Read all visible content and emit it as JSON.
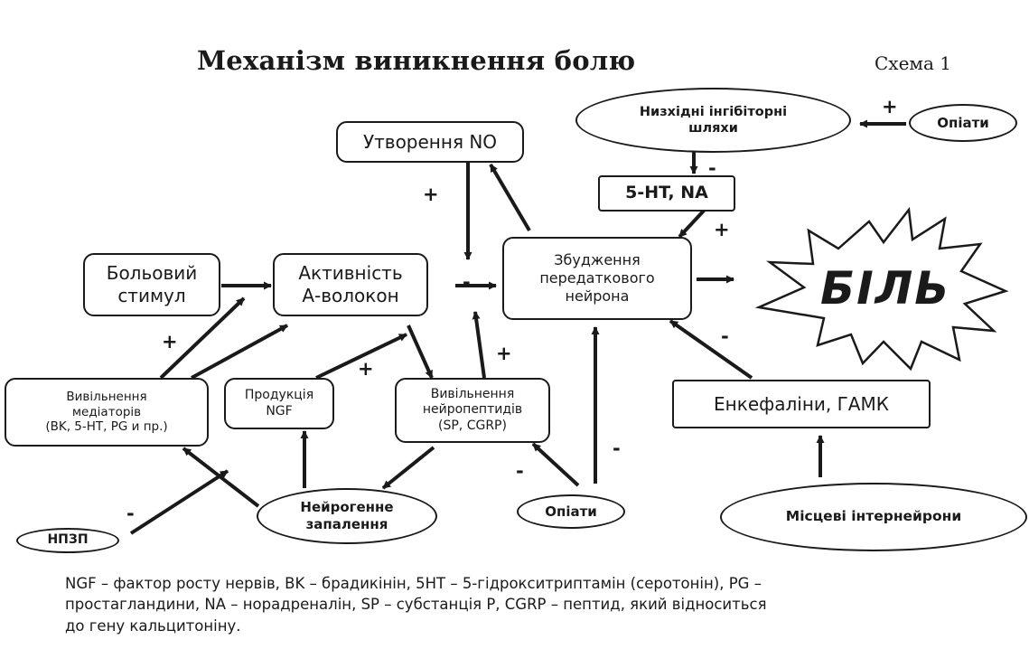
{
  "title": "Механізм виникнення болю",
  "scheme_label": "Схема 1",
  "nodes": {
    "no_formation": "Утворення NO",
    "descending_paths": "Низхідні інгібіторні\nшляхи",
    "opiates_top": "Опіати",
    "ht_na": "5-HT, NA",
    "pain_stimulus": "Больовий\nстимул",
    "a_fiber_activity": "Активність\nА-волокон",
    "neuron_excitation": "Збудження\nпередаткового\nнейрона",
    "pain": "БІЛЬ",
    "mediator_release": "Вивільнення\nмедіаторів\n(BK, 5-HT, PG  и пр.)",
    "ngf_production": "Продукція\nNGF",
    "neuropeptide_release": "Вивільнення\nнейропептидів\n(SP, CGRP)",
    "enkephalins_gaba": "Енкефаліни, ГАМК",
    "neurogenic_inflammation": "Нейрогенне\nзапалення",
    "opiates_bottom": "Опіати",
    "local_interneurons": "Місцеві інтернейрони",
    "nsaid": "НПЗП"
  },
  "signs": {
    "plus": "+",
    "minus": "-"
  },
  "legend": "NGF – фактор росту нервів, BK – брадикінін, 5HT – 5-гідрокситриптамін (серотонін), PG –\nпростагландини, NA – норадреналін, SP – субстанція P, CGRP – пептид, який відноситься\nдо гену кальцитоніну.",
  "colors": {
    "ink": "#1a1a1a",
    "background": "#ffffff"
  }
}
